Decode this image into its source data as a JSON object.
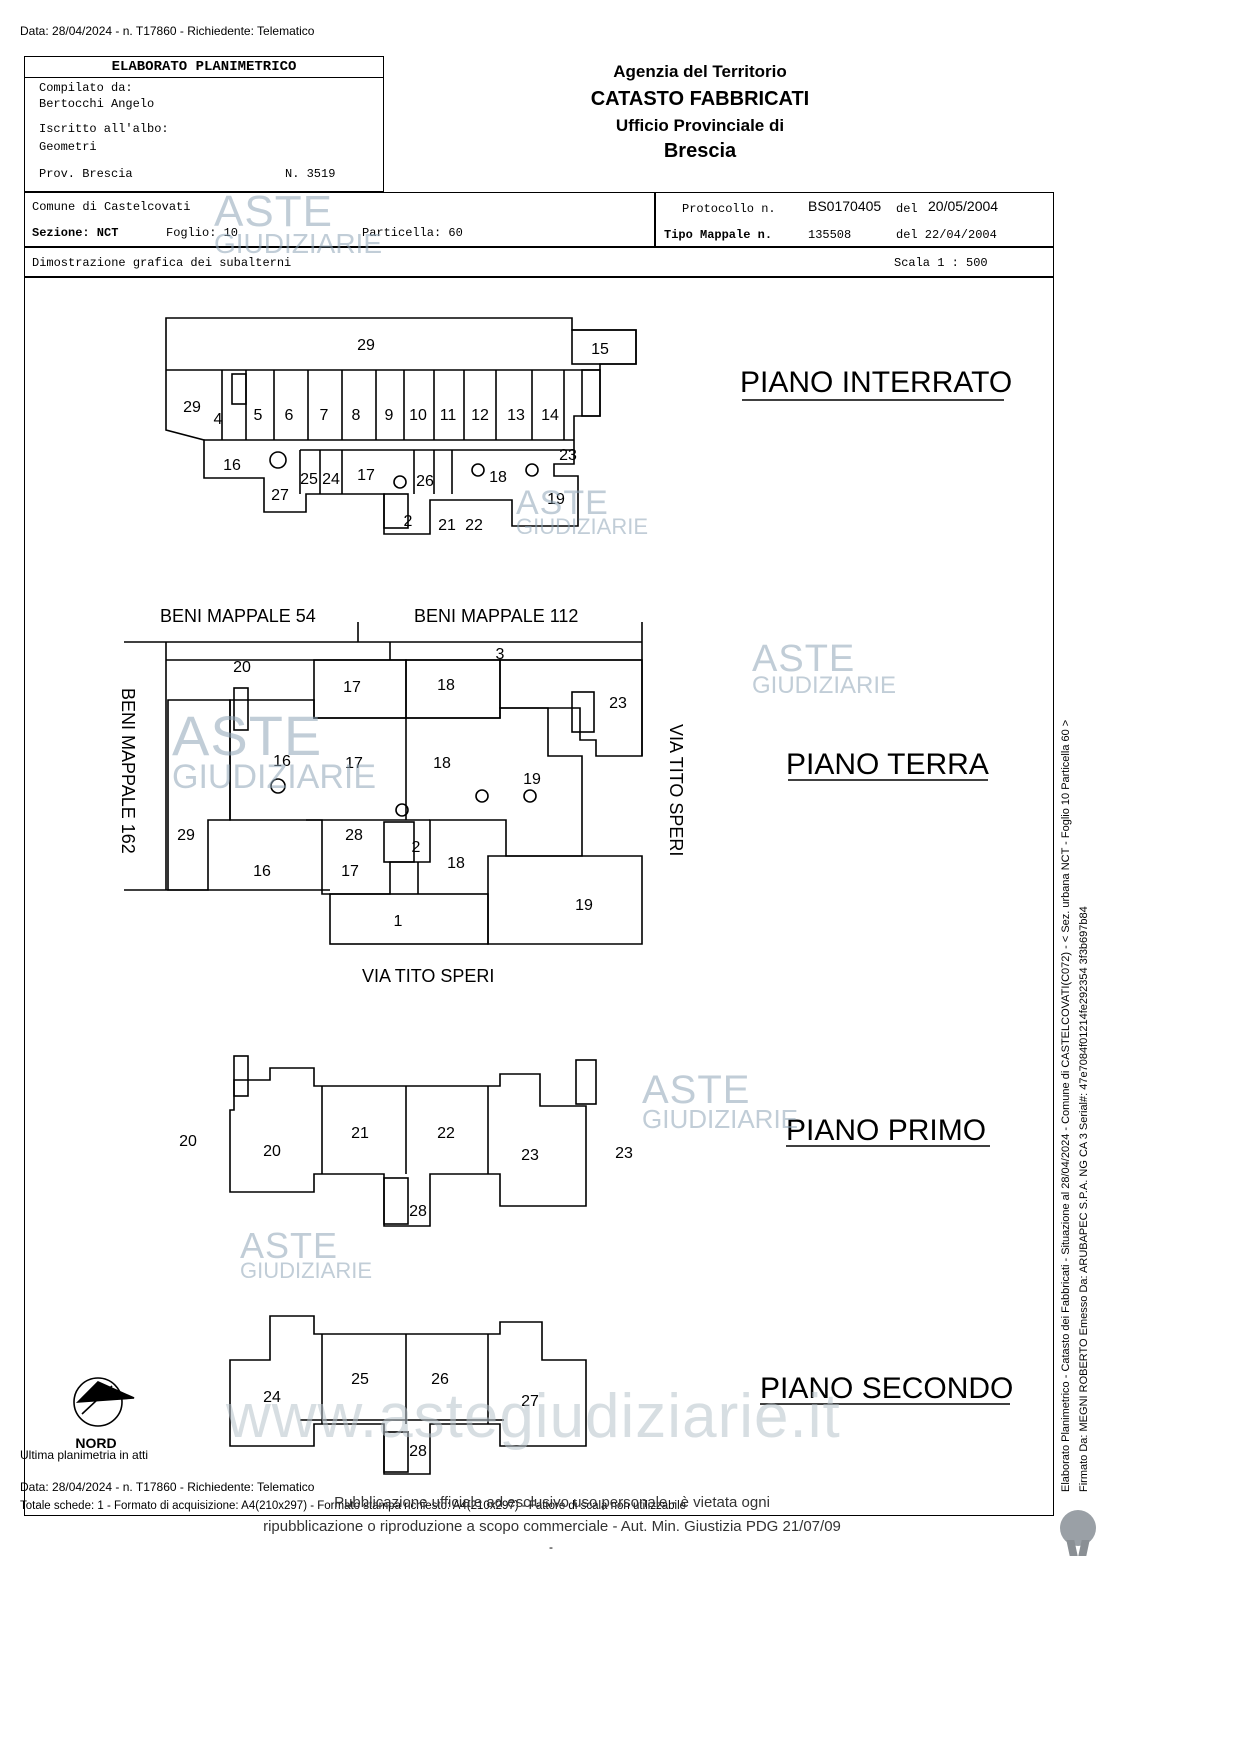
{
  "top_info": "Data: 28/04/2024 - n. T17860 - Richiedente: Telematico",
  "left_box": {
    "title": "ELABORATO PLANIMETRICO",
    "compiled_label": "Compilato da:",
    "compiled_name": "Bertocchi Angelo",
    "registered_label": "Iscritto all'albo:",
    "registered_value": "Geometri",
    "province": "Prov. Brescia",
    "number": "N.  3519"
  },
  "agency": {
    "line1": "Agenzia del Territorio",
    "line2": "CATASTO FABBRICATI",
    "line3": "Ufficio Provinciale di",
    "line4": "Brescia"
  },
  "info_row": {
    "comune": "Comune di Castelcovati",
    "sezione": "Sezione: NCT",
    "foglio": "Foglio: 10",
    "particella": "Particella: 60",
    "protocollo_label": "Protocollo n.",
    "protocollo_value": "BS0170405",
    "protocollo_del": "del",
    "protocollo_date": "20/05/2004",
    "tipo_label": "Tipo Mappale n.",
    "tipo_value": "135508",
    "tipo_date": "del 22/04/2004",
    "dimostrazione": "Dimostrazione grafica dei subalterni",
    "scala": "Scala 1 : 500"
  },
  "floors": {
    "interrato": "PIANO INTERRATO",
    "terra": "PIANO TERRA",
    "primo": "PIANO PRIMO",
    "secondo": "PIANO SECONDO"
  },
  "surroundings": {
    "mappale54": "BENI MAPPALE 54",
    "mappale112": "BENI MAPPALE 112",
    "mappale162": "BENI MAPPALE 162",
    "via_right": "VIA TITO SPERI",
    "via_bottom": "VIA TITO SPERI"
  },
  "interrato_units": [
    "29",
    "15",
    "29",
    "4",
    "5",
    "6",
    "7",
    "8",
    "9",
    "10",
    "11",
    "12",
    "13",
    "14",
    "16",
    "25",
    "24",
    "17",
    "26",
    "18",
    "23",
    "27",
    "2",
    "21",
    "22",
    "19"
  ],
  "terra_units": [
    "20",
    "3",
    "17",
    "18",
    "23",
    "16",
    "17",
    "18",
    "19",
    "29",
    "28",
    "2",
    "16",
    "17",
    "18",
    "19",
    "1"
  ],
  "primo_units": [
    "20",
    "20",
    "21",
    "22",
    "23",
    "23",
    "28"
  ],
  "secondo_units": [
    "24",
    "25",
    "26",
    "27",
    "28"
  ],
  "north": {
    "label": "NORD",
    "caption": "Ultima planimetria in atti"
  },
  "footer": {
    "date_line": "Data: 28/04/2024 - n. T17860 - Richiedente: Telematico",
    "schede_line": "Totale schede: 1 - Formato di acquisizione: A4(210x297) - Formato stampa richiesto: A4(210x297) - Fattore di scala non utilizzabile",
    "publication_line1": "Pubblicazione ufficiale ad esclusivo uso personale - è vietata ogni",
    "publication_line2": "ripubblicazione o riproduzione a scopo commerciale - Aut. Min. Giustizia PDG 21/07/09",
    "dash": "-"
  },
  "side_text": {
    "line1": "Elaborato Planimetrico - Catasto dei Fabbricati - Situazione al 28/04/2024 - Comune di CASTELCOVATI(C072) - < Sez. urbana NCT - Foglio 10 Particella 60 >",
    "line2": "Firmato Da: MEGNI ROBERTO Emesso Da: ARUBAPEC S.P.A. NG CA 3 Serial#: 47e7084f01214fe292354 3f3b697b84"
  },
  "watermark": {
    "brand_top": "ASTE",
    "brand_bottom": "GIUDIZIARIE",
    "site": "www.astegiudiziarie.it"
  }
}
